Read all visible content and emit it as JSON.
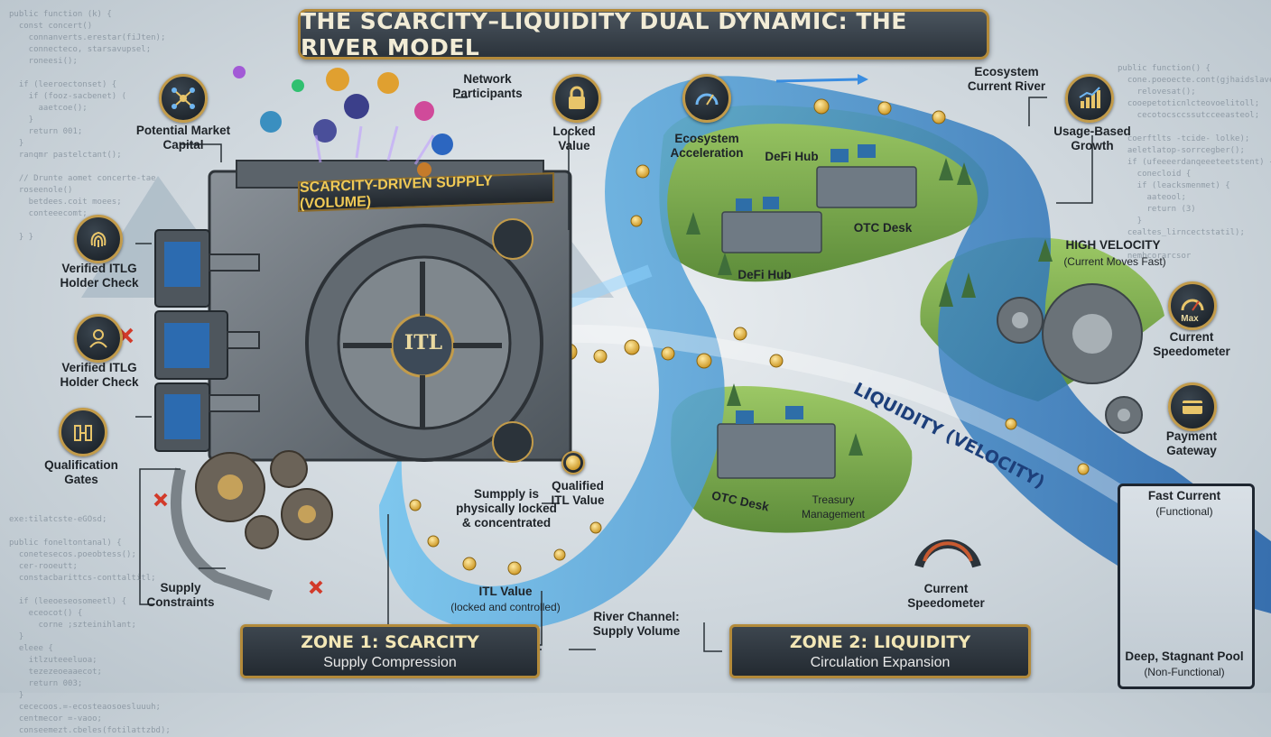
{
  "title": "THE SCARCITY–LIQUIDITY DUAL DYNAMIC: THE RIVER MODEL",
  "vault": {
    "banner": "SCARCITY-DRIVEN SUPPLY (VOLUME)",
    "coin_label": "ITL"
  },
  "labels": {
    "potential_market_capital": "Potential Market Capital",
    "network_participants": "Network Participants",
    "locked_value": "Locked Value",
    "verified_check_1": "Verified ITLG Holder Check",
    "verified_check_2": "Verified ITLG Holder Check",
    "qualification_gates": "Qualification Gates",
    "supply_constraints": "Supply Constraints",
    "supply_locked": "Sumpply is physically locked & concentrated",
    "qualified_itl_value": "Qualified ITL Value",
    "itl_value": "ITL Value",
    "itl_value_sub": "(locked and controlled)",
    "river_channel": "River Channel: Supply Volume",
    "ecosystem_acceleration": "Ecosystem Acceleration",
    "defi_hub_1": "DeFi Hub",
    "defi_hub_2": "DeFi Hub",
    "otc_desk_1": "OTC Desk",
    "otc_desk_2": "OTC Desk",
    "treasury_management": "Treasury Management",
    "ecosystem_current_river": "Ecosystem Current River",
    "usage_based_growth": "Usage-Based Growth",
    "high_velocity": "HIGH VELOCITY",
    "high_velocity_sub": "(Current Moves Fast)",
    "current_speedometer_1": "Current Speedometer",
    "current_speedometer_2": "Current Speedometer",
    "speedometer_max": "Max",
    "payment_gateway": "Payment Gateway",
    "liquidity_velocity": "LIQUIDITY (VELOCITY)",
    "fast_current": "Fast Current",
    "fast_current_sub": "(Functional)",
    "stagnant_pool": "Deep, Stagnant Pool",
    "stagnant_pool_sub": "(Non-Functional)"
  },
  "zones": {
    "zone1_title": "ZONE 1: SCARCITY",
    "zone1_sub": "Supply Compression",
    "zone2_title": "ZONE 2: LIQUIDITY",
    "zone2_sub": "Circulation Expansion"
  },
  "colors": {
    "gold": "#c29b4a",
    "river_blue": "#2f6fb8",
    "banner_dark": "#2b333b"
  }
}
